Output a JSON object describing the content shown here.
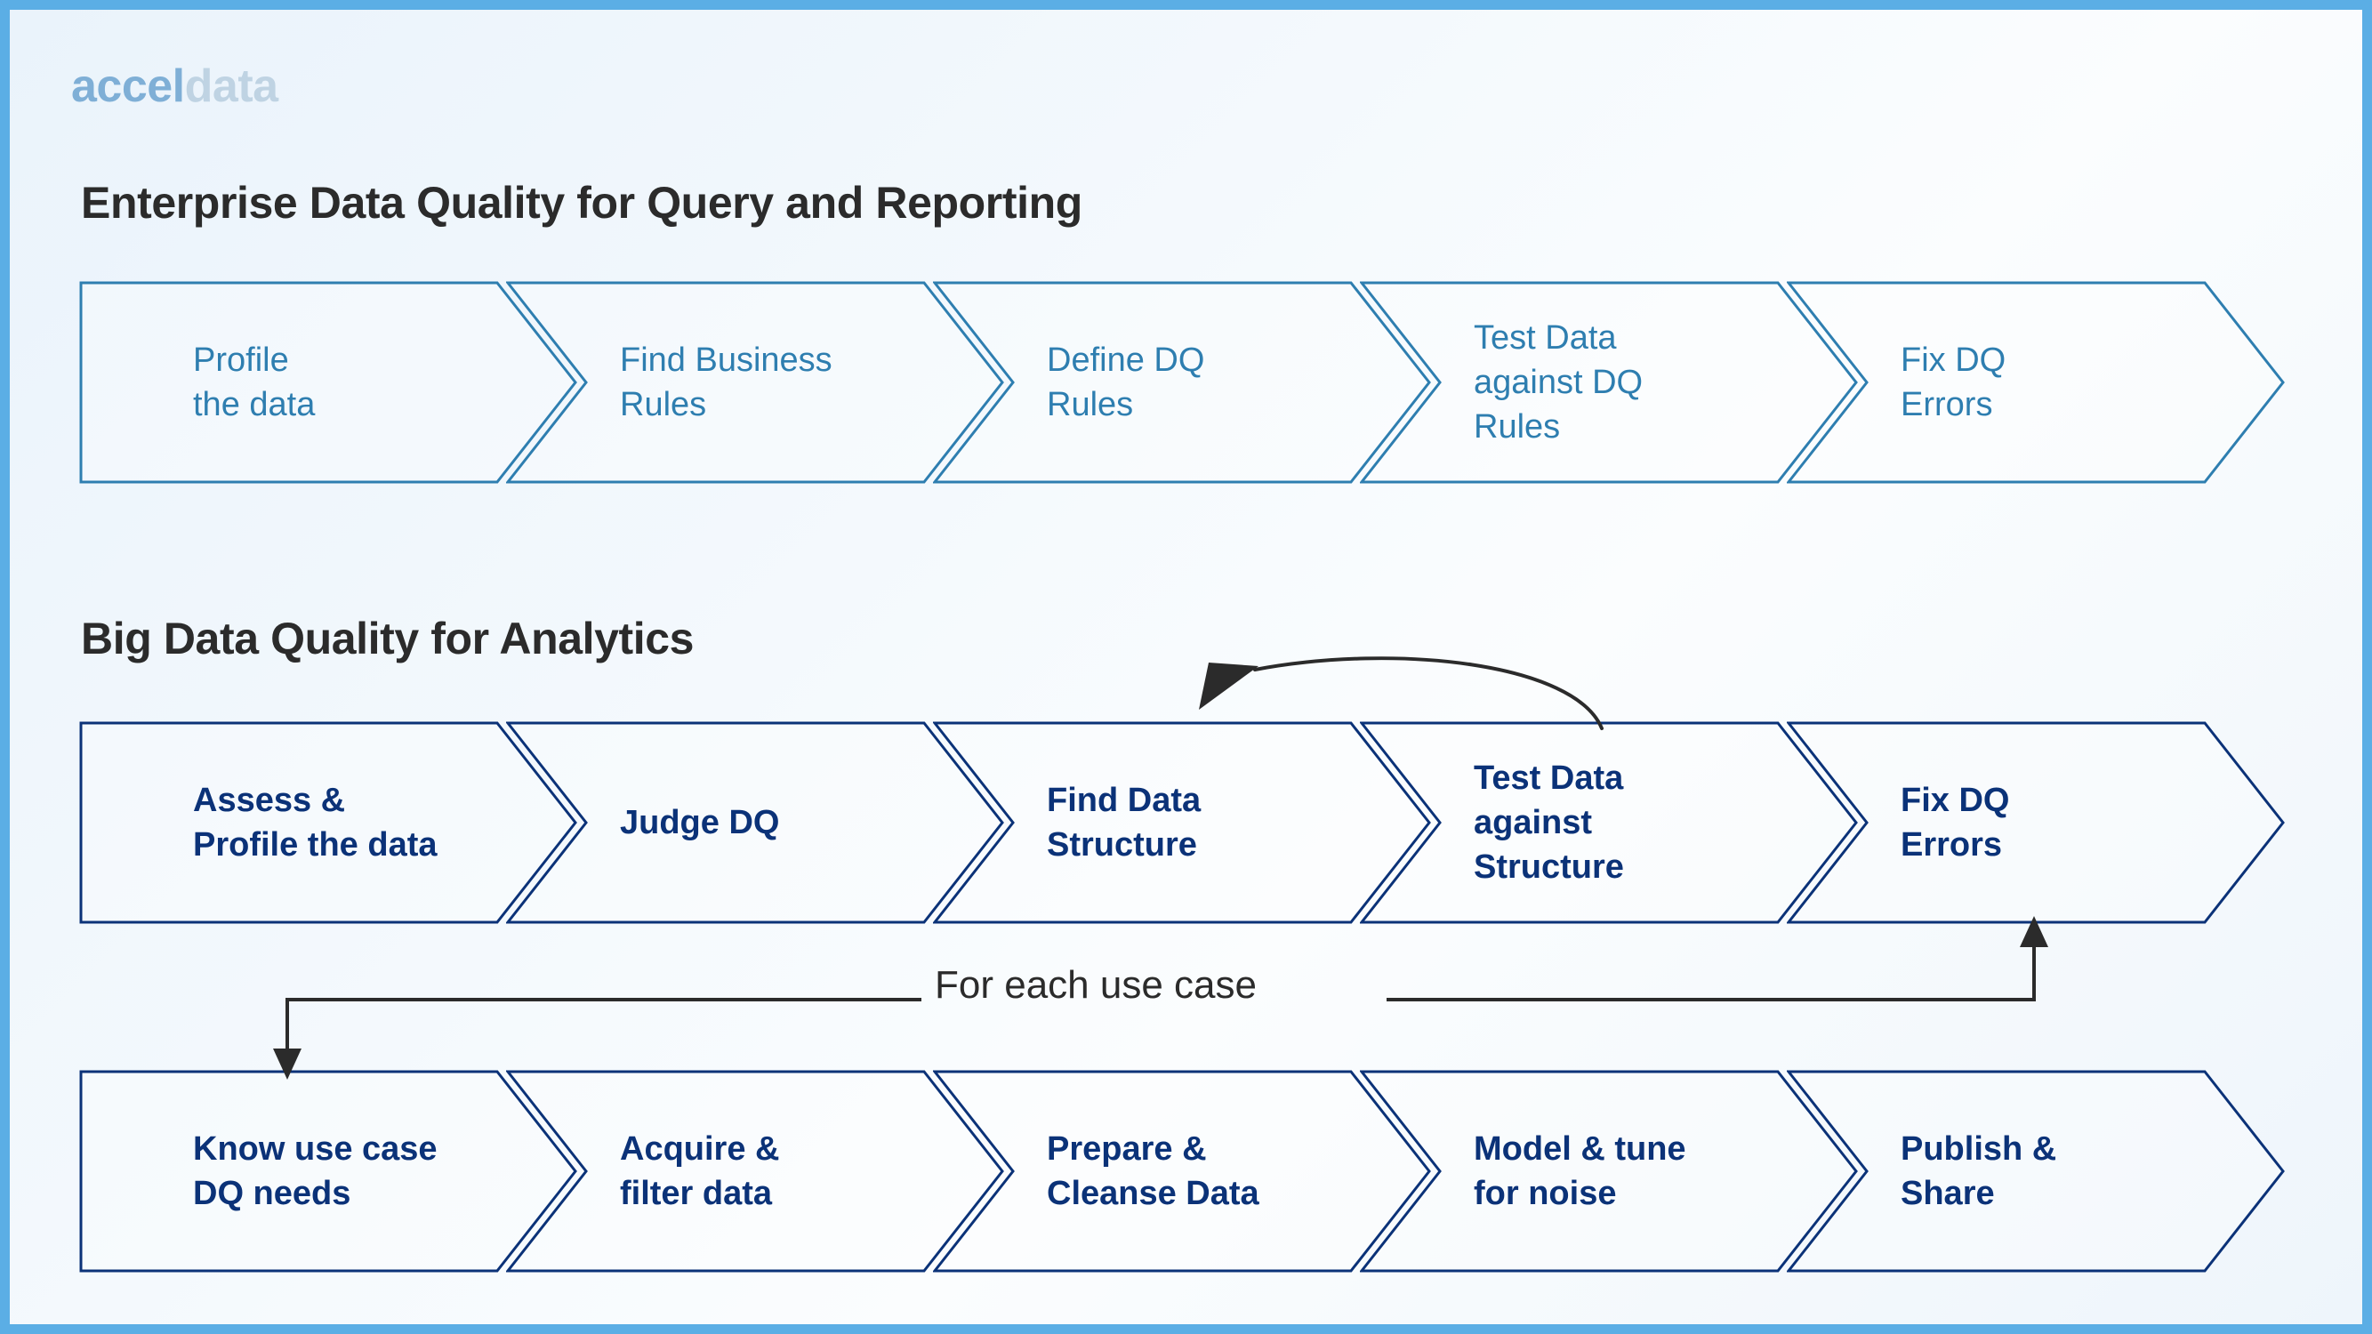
{
  "brand": {
    "logo_accel": "accel",
    "logo_data": "data",
    "accel_color": "#7FAFD6",
    "data_color": "#BFD3E3"
  },
  "frame": {
    "border_color": "#5BAEE5"
  },
  "colors": {
    "row1_stroke": "#2E7EB0",
    "row1_text": "#2E7EB0",
    "row2_stroke": "#0B3278",
    "row2_text": "#0B3278",
    "connector": "#2B2B2B",
    "heading": "#2B2B2B"
  },
  "sections": [
    {
      "id": "enterprise",
      "title": "Enterprise Data Quality for Query and Reporting",
      "steps": [
        "Profile\nthe data",
        "Find Business\nRules",
        "Define DQ\nRules",
        "Test Data\nagainst DQ\nRules",
        "Fix DQ\nErrors"
      ]
    },
    {
      "id": "bigdata",
      "title": "Big Data Quality for Analytics",
      "steps": [
        "Assess &\nProfile the data",
        "Judge DQ",
        "Find Data\nStructure",
        "Test Data\nagainst\nStructure",
        "Fix DQ\nErrors"
      ]
    },
    {
      "id": "usecase",
      "title": "",
      "steps": [
        "Know use case\nDQ needs",
        "Acquire &\nfilter data",
        "Prepare &\nCleanse Data",
        "Model & tune\nfor noise",
        "Publish &\nShare"
      ]
    }
  ],
  "annotations": {
    "loop_label": "For each use case",
    "feedback_arrow": "curved-arrow-back-to-find-data-structure",
    "loop_down_arrow": "arrow-down-to-know-use-case",
    "loop_up_arrow": "arrow-up-to-fix-dq-errors"
  }
}
